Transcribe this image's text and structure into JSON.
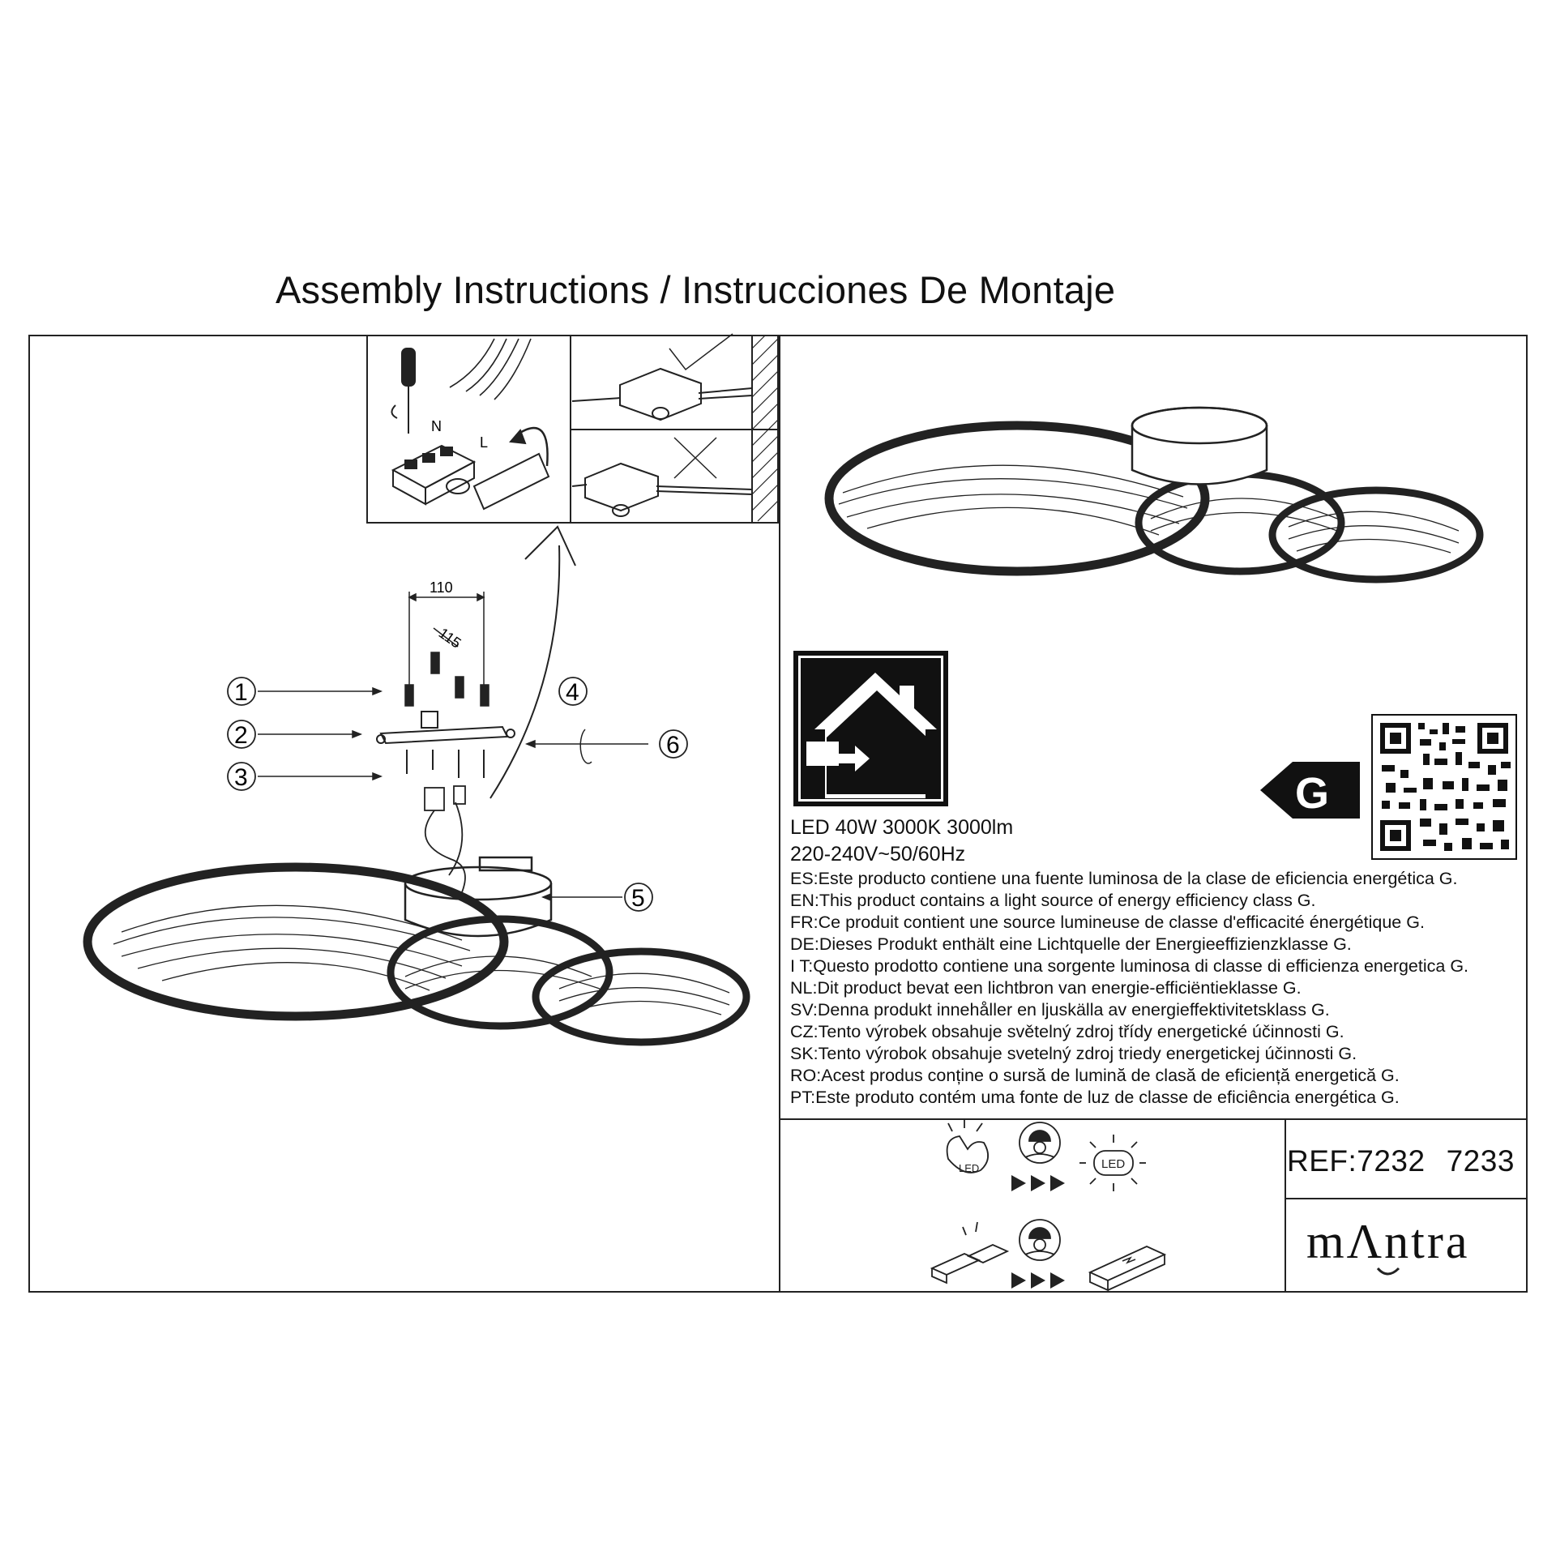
{
  "title": "Assembly Instructions / Instrucciones De Montaje",
  "diagram": {
    "callouts": [
      "1",
      "2",
      "3",
      "4",
      "5",
      "6"
    ],
    "dimension_width": "110",
    "dimension_diagonal": "115",
    "terminal_labels": [
      "N",
      "L"
    ]
  },
  "specs": {
    "line1": "LED 40W 3000K 3000lm",
    "line2": "220-240V~50/60Hz"
  },
  "energy_class": "G",
  "energy_statements": [
    "ES:Este producto contiene una fuente luminosa de la clase de eficiencia energética G.",
    "EN:This product contains a light source of energy efficiency class G.",
    "FR:Ce produit contient une source lumineuse de classe d'efficacité énergétique G.",
    "DE:Dieses Produkt enthält eine Lichtquelle der Energieeffizienzklasse G.",
    "I T:Questo prodotto contiene una sorgente luminosa di classe di efficienza energetica G.",
    "NL:Dit product bevat een lichtbron van energie-efficiëntieklasse G.",
    "SV:Denna produkt innehåller en ljuskälla av energieffektivitetsklass G.",
    "CZ:Tento výrobek obsahuje světelný zdroj třídy energetické účinnosti G.",
    "SK:Tento výrobok obsahuje svetelný zdroj triedy energetickej účinnosti G.",
    "RO:Acest produs conține o sursă de lumină de clasă de eficiență energetică G.",
    "PT:Este produto contém uma fonte de luz de classe de eficiência energética G."
  ],
  "reference": {
    "prefix": "REF:",
    "codes": [
      "7232",
      "7233"
    ]
  },
  "brand": "mΛntra",
  "icons": [
    "screwdriver-icon",
    "check-icon",
    "cross-icon",
    "house-export-icon",
    "qr-code-icon",
    "led-replace-icon",
    "technician-icon",
    "led-icon",
    "driver-replace-icon",
    "driver-icon"
  ],
  "colors": {
    "line": "#222222",
    "background": "#ffffff",
    "energy_label": "#111111"
  }
}
